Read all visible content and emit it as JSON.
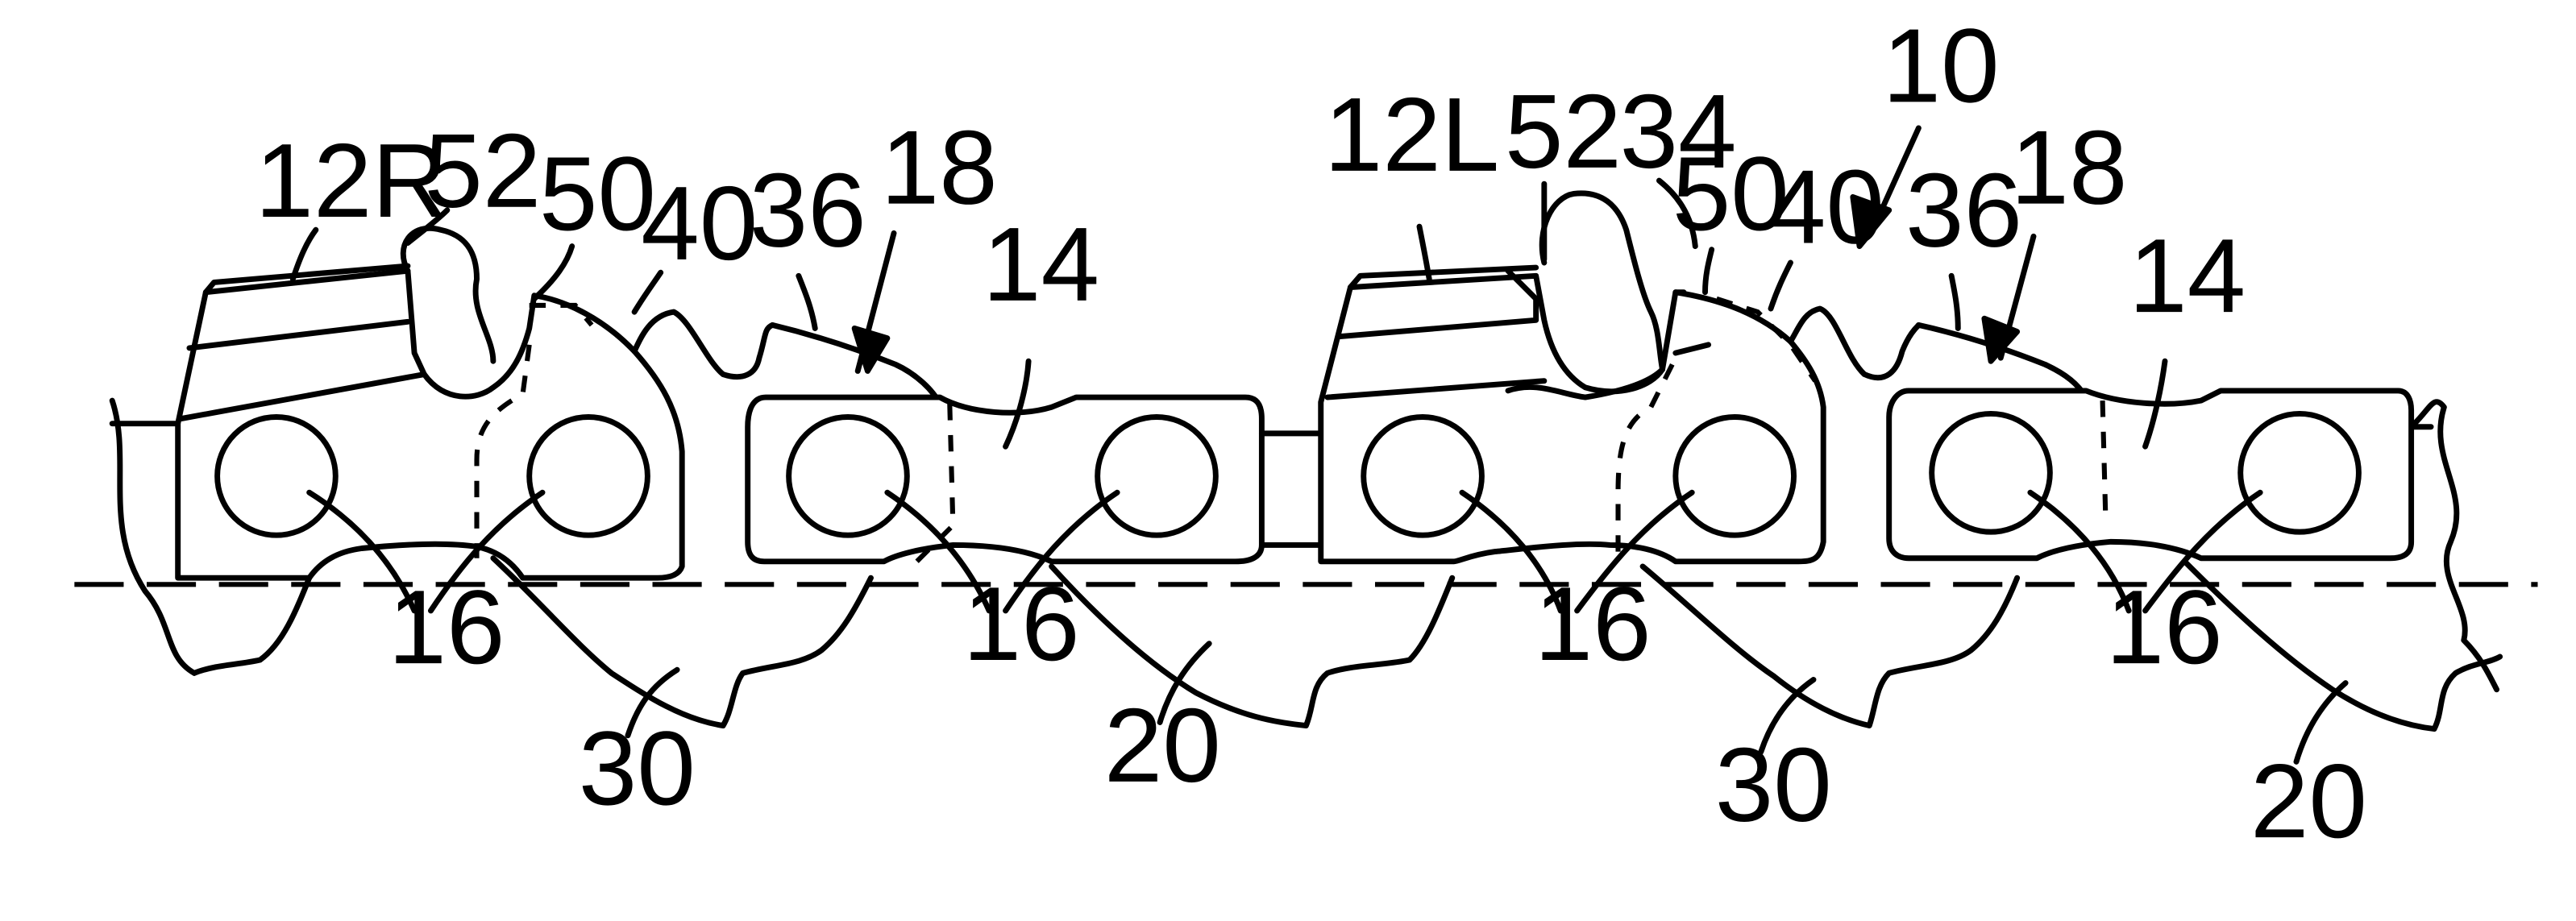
{
  "figure": {
    "labels": {
      "l12r": "12R",
      "l52a": "52",
      "l50a": "50",
      "l40a": "40",
      "l36a": "36",
      "l18a": "18",
      "l14a": "14",
      "l12l": "12L",
      "l52b": "52",
      "l34": "34",
      "l50b": "50",
      "l40b": "40",
      "l10": "10",
      "l36b": "36",
      "l18b": "18",
      "l14b": "14",
      "l16a": "16",
      "l16b": "16",
      "l16c": "16",
      "l16d": "16",
      "l30a": "30",
      "l20a": "20",
      "l30b": "30",
      "l20b": "20"
    }
  }
}
